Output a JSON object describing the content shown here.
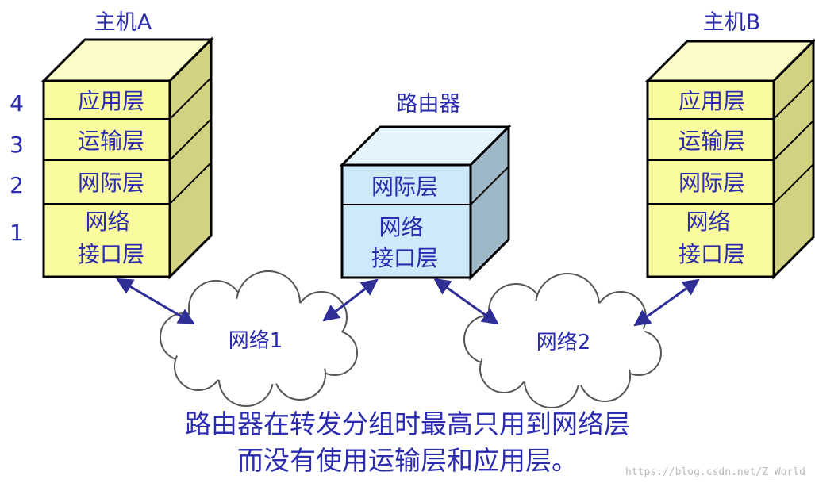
{
  "host_a": {
    "title": "主机A",
    "layers": [
      "应用层",
      "运输层",
      "网际层",
      "网络\n接口层"
    ],
    "layer_numbers": [
      "4",
      "3",
      "2",
      "1"
    ]
  },
  "router": {
    "title": "路由器",
    "layers": [
      "网际层",
      "网络\n接口层"
    ]
  },
  "host_b": {
    "title": "主机B",
    "layers": [
      "应用层",
      "运输层",
      "网际层",
      "网络\n接口层"
    ]
  },
  "networks": [
    "网络1",
    "网络2"
  ],
  "caption": {
    "line1": "路由器在转发分组时最高只用到网络层",
    "line2": "而没有使用运输层和应用层。"
  },
  "watermark": "https://blog.csdn.net/Z_World",
  "colors": {
    "host_face": "#fafa9e",
    "host_top": "#fcfcc8",
    "host_side": "#d2d282",
    "router_face": "#cde9fa",
    "router_top": "#e4f4fd",
    "router_side": "#9eb8c8",
    "text_blue": "#2b2bb0",
    "arrow": "#2e2e96"
  }
}
